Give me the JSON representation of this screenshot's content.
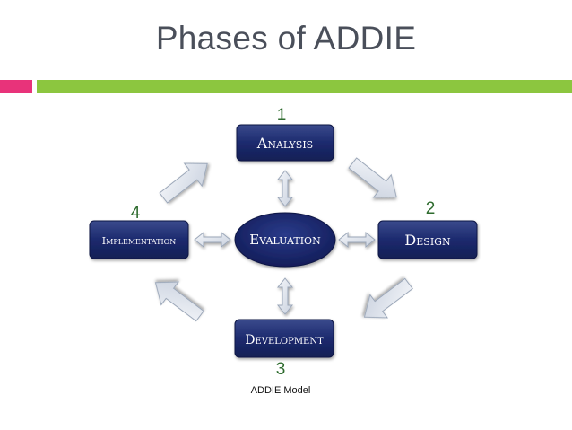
{
  "slide": {
    "title": "Phases of ADDIE"
  },
  "diagram": {
    "caption": "ADDIE Model",
    "center": {
      "label": "Evaluation"
    },
    "phases": [
      {
        "number": "1",
        "label": "Analysis"
      },
      {
        "number": "2",
        "label": "Design"
      },
      {
        "number": "3",
        "label": "Development"
      },
      {
        "number": "4",
        "label": "Implementation"
      }
    ]
  },
  "colors": {
    "title_text": "#4a4f5a",
    "accent_pink": "#e8337a",
    "accent_green": "#8cc63f",
    "box_fill": "#1c2a6e",
    "number_green": "#2e6b2e",
    "arrow_fill": "#dde3ec"
  }
}
